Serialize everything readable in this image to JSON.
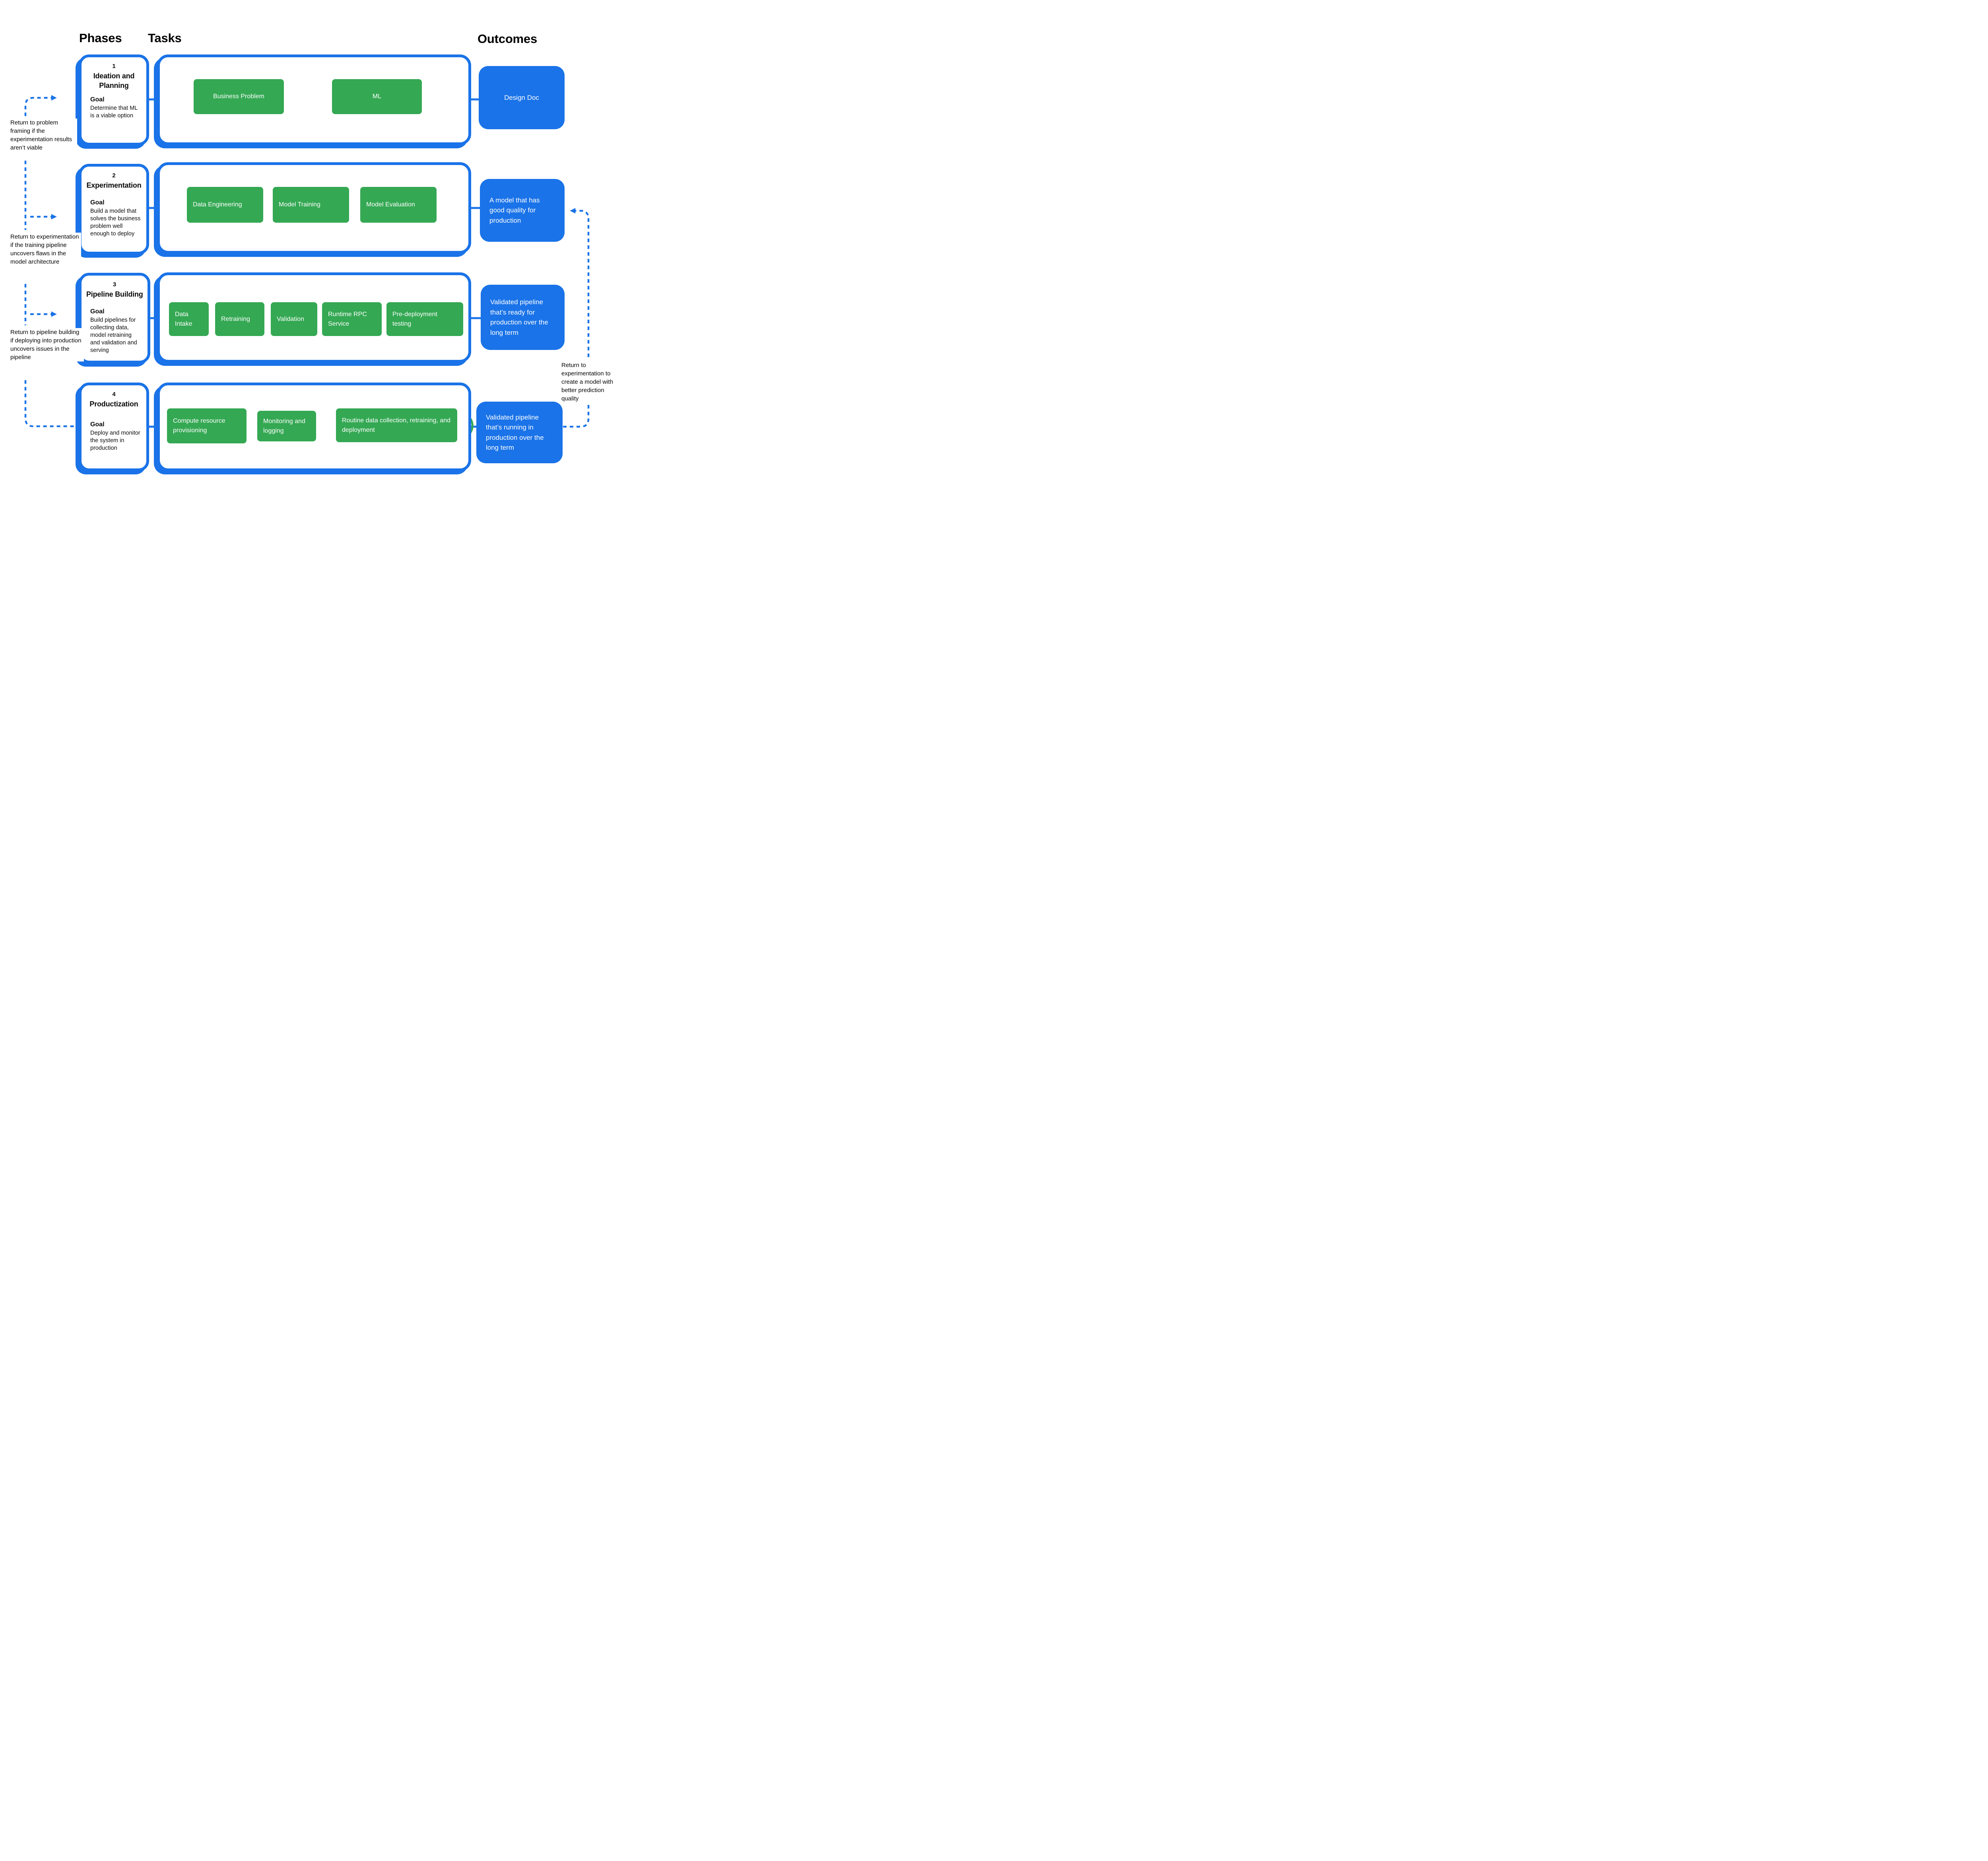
{
  "diagram": {
    "headers": {
      "phases": "Phases",
      "tasks": "Tasks",
      "outcomes": "Outcomes"
    },
    "phases": [
      {
        "number": "1",
        "title": "Ideation and Planning",
        "goal_label": "Goal",
        "goal_text": "Determine that ML is a viable option",
        "tasks": [
          "Business Problem",
          "ML"
        ],
        "outcome": "Design Doc"
      },
      {
        "number": "2",
        "title": "Experimentation",
        "goal_label": "Goal",
        "goal_text": "Build a model that solves the business problem well enough to deploy",
        "tasks": [
          "Data Engineering",
          "Model Training",
          "Model Evaluation"
        ],
        "outcome": "A model that has good quality for production"
      },
      {
        "number": "3",
        "title": "Pipeline Building",
        "goal_label": "Goal",
        "goal_text": "Build pipelines for collecting data, model retraining and validation and serving",
        "tasks": [
          "Data Intake",
          "Retraining",
          "Validation",
          "Runtime RPC Service",
          "Pre-deployment testing"
        ],
        "outcome": "Validated pipeline that’s ready for production over the long term"
      },
      {
        "number": "4",
        "title": "Productization",
        "goal_label": "Goal",
        "goal_text": "Deploy and monitor the system in production",
        "tasks": [
          "Compute resource provisioning",
          "Monitoring and logging",
          "Routine data collection, retraining, and deployment"
        ],
        "outcome": "Validated pipeline that’s running in production over the long term"
      }
    ],
    "loop_notes": {
      "left": [
        "Return to problem framing if the experimentation results aren’t viable",
        "Return to experimentation if the training pipeline uncovers flaws in the model architecture",
        "Return to pipeline building if deploying into production uncovers issues in the pipeline"
      ],
      "right": "Return to experimentation to create a model with better prediction quality"
    },
    "colors": {
      "blue": "#1a73e8",
      "green": "#34a853",
      "text": "#000000"
    }
  }
}
